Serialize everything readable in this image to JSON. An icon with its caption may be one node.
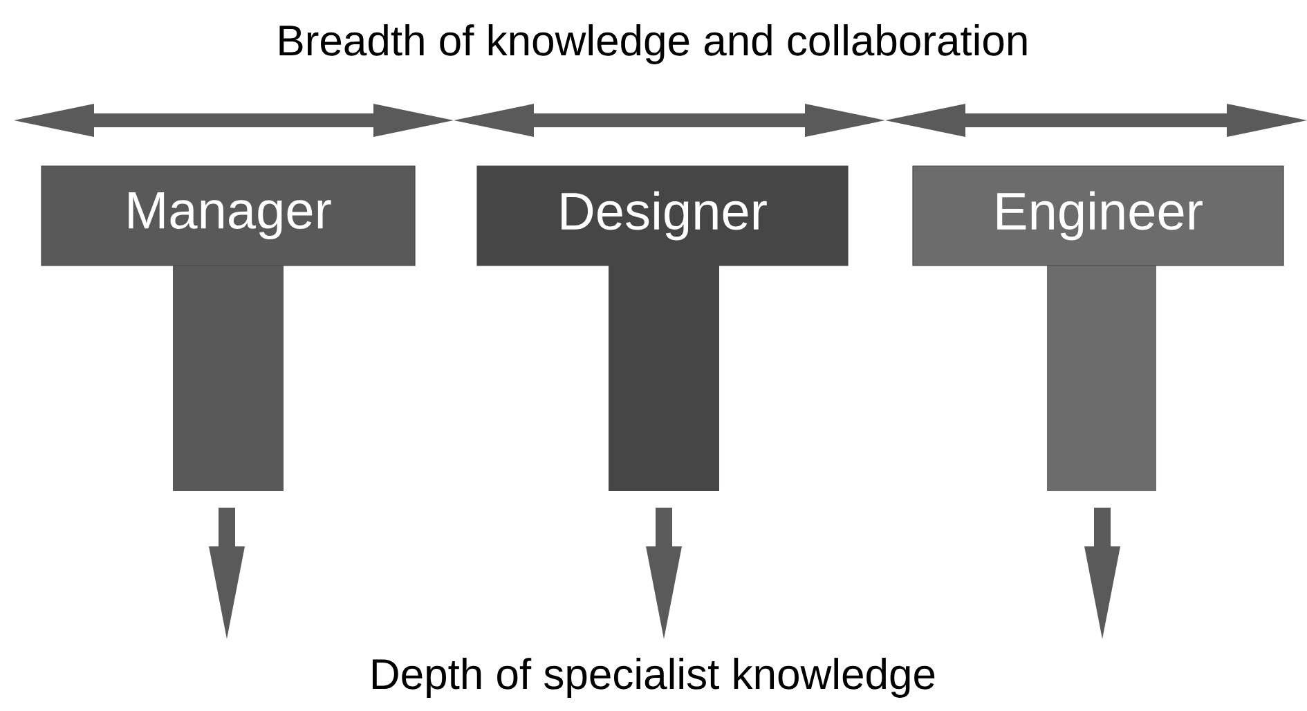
{
  "diagram": {
    "title": "Breadth of knowledge and collaboration",
    "nodes": [
      {
        "text": [
          "Manager"
        ]
      },
      {
        "text": [
          "Designer"
        ]
      },
      {
        "text": [
          "Engineer"
        ]
      }
    ],
    "labels": [
      "Depth of specialist knowledge"
    ]
  }
}
